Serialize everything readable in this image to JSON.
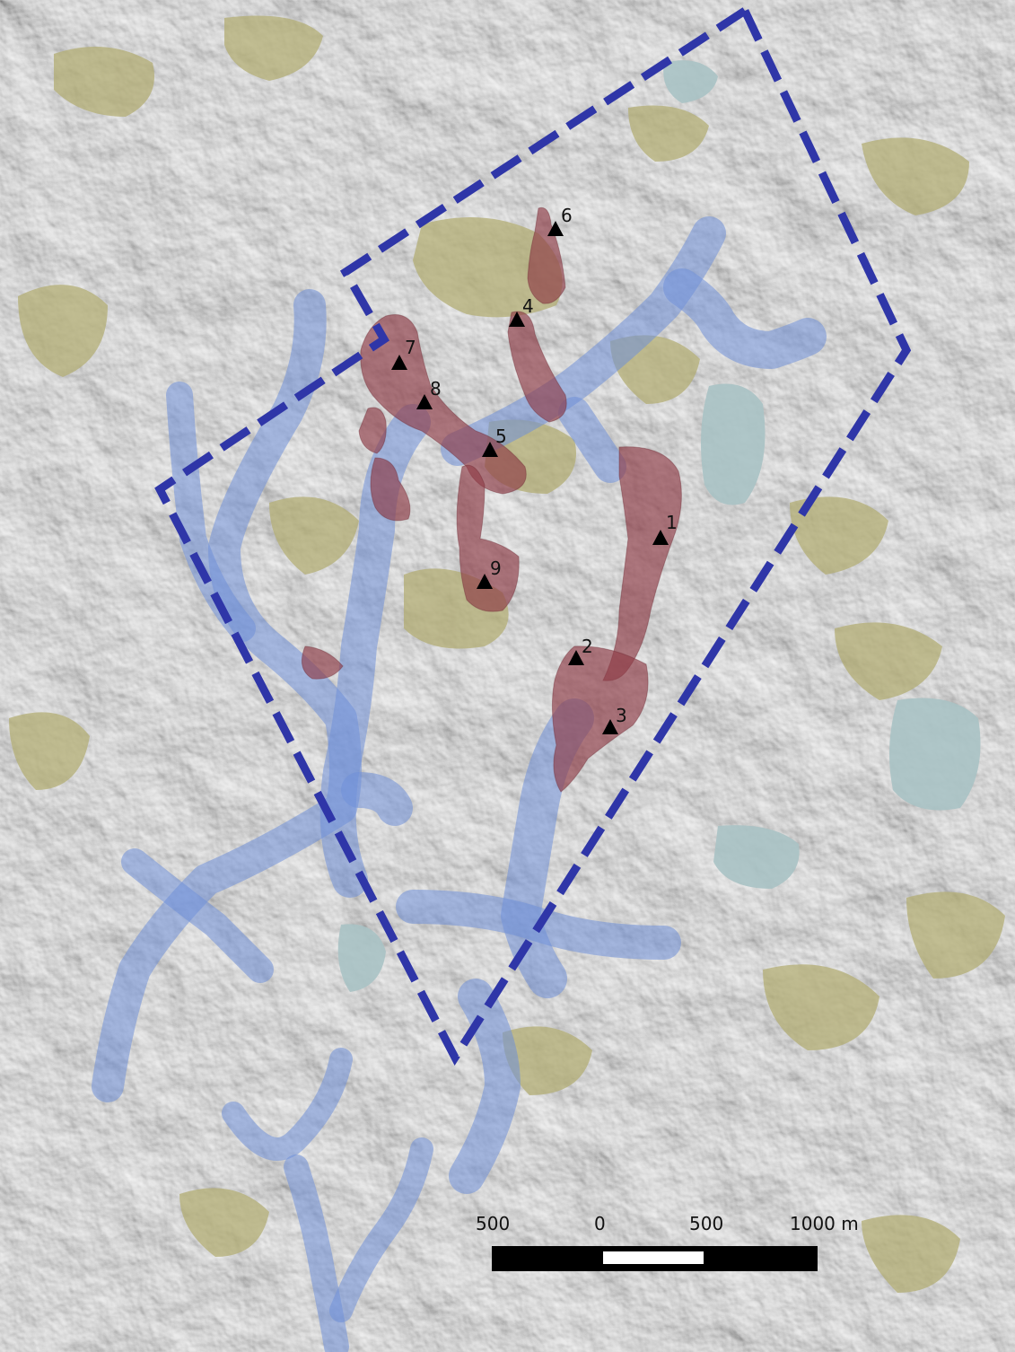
{
  "map": {
    "colors": {
      "terrain": "#bdbdbd",
      "wetland": "#b3ad74",
      "water": "#a8c2c4",
      "blue_zone": "#6f8fd9",
      "red_zone": "#8e3a45",
      "study_area_outline": "#2f36a8",
      "marker": "#000000"
    },
    "sites": [
      {
        "label": "1"
      },
      {
        "label": "2"
      },
      {
        "label": "3"
      },
      {
        "label": "4"
      },
      {
        "label": "5"
      },
      {
        "label": "6"
      },
      {
        "label": "7"
      },
      {
        "label": "8"
      },
      {
        "label": "9"
      }
    ],
    "scale_bar": {
      "labels": [
        "500",
        "0",
        "500",
        "1000 m"
      ]
    }
  }
}
